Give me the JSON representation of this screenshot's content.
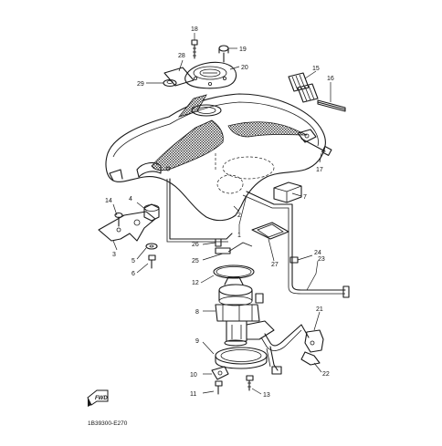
{
  "diagram": {
    "code": "1B39300-E270",
    "front_mark": "FWD",
    "callouts": {
      "c1": "1",
      "c2": "2",
      "c3": "3",
      "c4": "4",
      "c5": "5",
      "c6": "6",
      "c7": "7",
      "c8": "8",
      "c9": "9",
      "c10": "10",
      "c11": "11",
      "c12": "12",
      "c13": "13",
      "c14": "14",
      "c15": "15",
      "c16": "16",
      "c17": "17",
      "c18": "18",
      "c19": "19",
      "c20": "20",
      "c21": "21",
      "c22": "22",
      "c23": "23",
      "c24": "24",
      "c25": "25",
      "c26": "26",
      "c27": "27",
      "c28": "28",
      "c29": "29"
    }
  }
}
